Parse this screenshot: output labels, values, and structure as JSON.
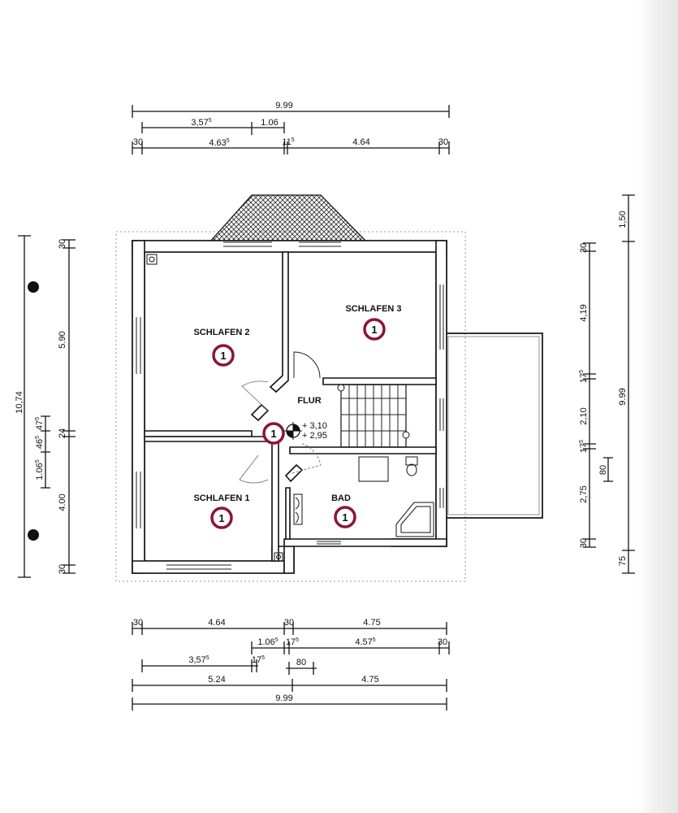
{
  "rooms": {
    "schlafen2": "SCHLAFEN 2",
    "schlafen3": "SCHLAFEN 3",
    "schlafen1": "SCHLAFEN 1",
    "flur": "FLUR",
    "bad": "BAD"
  },
  "marker_label": "1",
  "level": {
    "upper": "+ 3,10",
    "lower": "+ 2,95"
  },
  "dims_top": {
    "total": "9.99",
    "a": {
      "main": "3,57",
      "sup": "5"
    },
    "b": "1.06",
    "c1": "30",
    "c2": {
      "main": "4.63",
      "sup": "5"
    },
    "c3": {
      "main": "11",
      "sup": "5"
    },
    "c4": "4.64",
    "c5": "30"
  },
  "dims_bottom": {
    "r1": [
      "30",
      "4.64",
      "30",
      "4.75"
    ],
    "r2a": {
      "main": "1.06",
      "sup": "5"
    },
    "r2b": {
      "main": "17",
      "sup": "5"
    },
    "r2c": {
      "main": "4.57",
      "sup": "5"
    },
    "r2d": "30",
    "r3a": {
      "main": "3,57",
      "sup": "5"
    },
    "r3b": {
      "main": "17",
      "sup": "5"
    },
    "r3c": "80",
    "r4": [
      "5.24",
      "4.75"
    ],
    "total": "9.99"
  },
  "dims_left": {
    "total": "10,74",
    "main": [
      "30",
      "5.90",
      "24",
      "4.00",
      "30"
    ],
    "small": [
      {
        "main": "47",
        "sup": "5"
      },
      {
        "main": "46",
        "sup": "5"
      },
      {
        "main": "1.06",
        "sup": "5"
      }
    ]
  },
  "dims_right": {
    "main": [
      "30",
      "4,19",
      "2,10",
      "2,75",
      "30"
    ],
    "s1": {
      "main": "17",
      "sup": "5"
    },
    "s2": {
      "main": "17",
      "sup": "5"
    },
    "small": "80",
    "outer": [
      "1,50",
      "9.99",
      "75"
    ]
  }
}
